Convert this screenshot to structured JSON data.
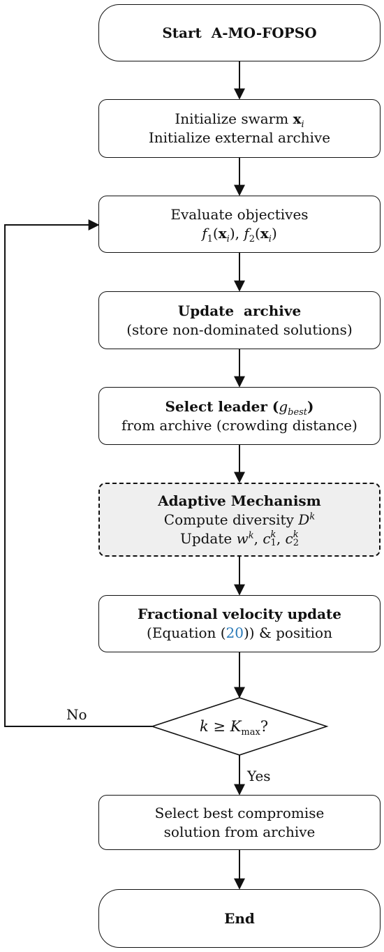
{
  "flowchart": {
    "start": {
      "label": "Start  A-MO-FOPSO"
    },
    "init": {
      "line1": "Initialize swarm ",
      "var": "x",
      "sub": "i",
      "line2": "Initialize external archive"
    },
    "evaluate": {
      "line1": "Evaluate objectives",
      "f": "f",
      "s1": "1",
      "x": "x",
      "i": "i",
      "s2": "2",
      "sep": ", "
    },
    "update_archive": {
      "title": "Update  archive",
      "line2": "(store non-dominated solutions)"
    },
    "select_leader": {
      "title": "Select leader (",
      "g": "g",
      "gsub": "best",
      "close": ")",
      "line2": "from archive (crowding distance)"
    },
    "adaptive": {
      "title": "Adaptive Mechanism",
      "line2": "Compute diversity ",
      "D": "D",
      "k": "k",
      "line3": "Update ",
      "w": "w",
      "c": "c",
      "one": "1",
      "two": "2"
    },
    "velocity": {
      "title": "Fractional velocity update",
      "pre": "(Equation (",
      "eq": "20",
      "post": ")) & position"
    },
    "decision": {
      "k": "k",
      "geq": " ≥ ",
      "K": "K",
      "ksub": "max",
      "q": "?"
    },
    "labels": {
      "no": "No",
      "yes": "Yes"
    },
    "select_best": {
      "line1": "Select best compromise",
      "line2": "solution from archive"
    },
    "end": {
      "label": "End"
    }
  }
}
